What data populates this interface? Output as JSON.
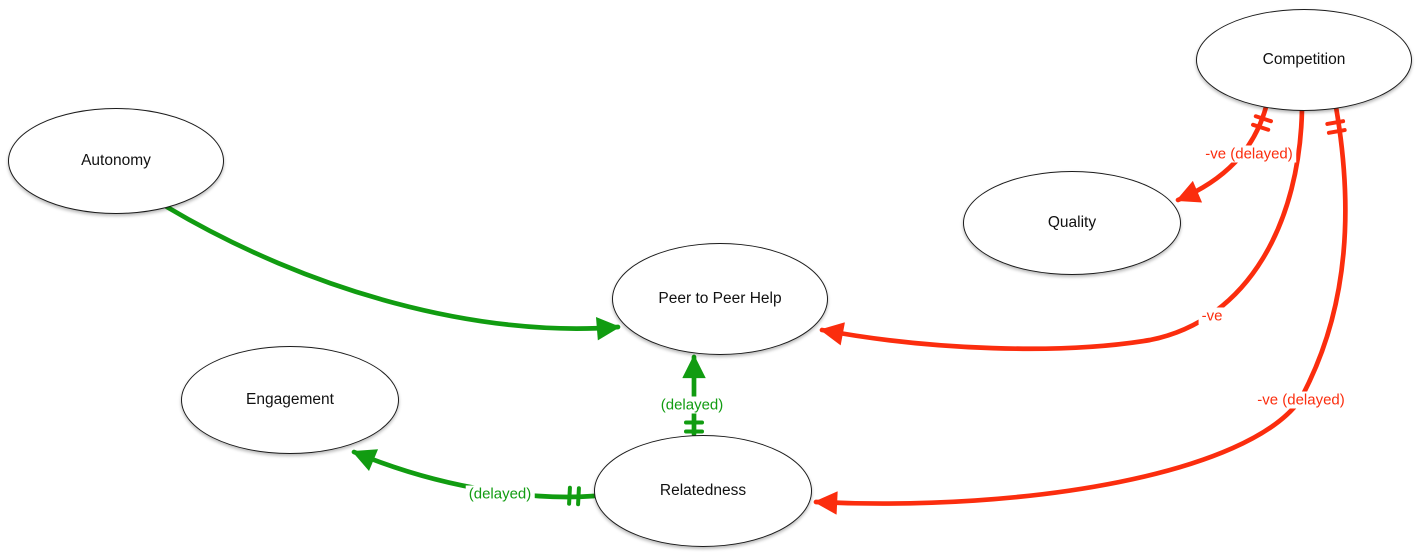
{
  "diagram": {
    "background": "#ffffff",
    "colors": {
      "positive_link": "#119c11",
      "negative_link": "#fb2d0e",
      "node_border": "#1b1b1b",
      "node_fill": "#ffffff",
      "node_text": "#111111"
    },
    "nodes": [
      {
        "id": "autonomy",
        "label": "Autonomy"
      },
      {
        "id": "competition",
        "label": "Competition"
      },
      {
        "id": "quality",
        "label": "Quality"
      },
      {
        "id": "peer-to-peer-help",
        "label": "Peer to Peer Help"
      },
      {
        "id": "engagement",
        "label": "Engagement"
      },
      {
        "id": "relatedness",
        "label": "Relatedness"
      }
    ],
    "edges": [
      {
        "from": "Autonomy",
        "to": "Peer to Peer Help",
        "polarity": "positive",
        "label": "",
        "delayed": false
      },
      {
        "from": "Competition",
        "to": "Quality",
        "polarity": "negative",
        "label": "-ve (delayed)",
        "delayed": true
      },
      {
        "from": "Competition",
        "to": "Peer to Peer Help",
        "polarity": "negative",
        "label": "-ve",
        "delayed": false
      },
      {
        "from": "Competition",
        "to": "Relatedness",
        "polarity": "negative",
        "label": "-ve (delayed)",
        "delayed": true
      },
      {
        "from": "Relatedness",
        "to": "Peer to Peer Help",
        "polarity": "positive",
        "label": "(delayed)",
        "delayed": true
      },
      {
        "from": "Relatedness",
        "to": "Engagement",
        "polarity": "positive",
        "label": "(delayed)",
        "delayed": true
      }
    ]
  }
}
